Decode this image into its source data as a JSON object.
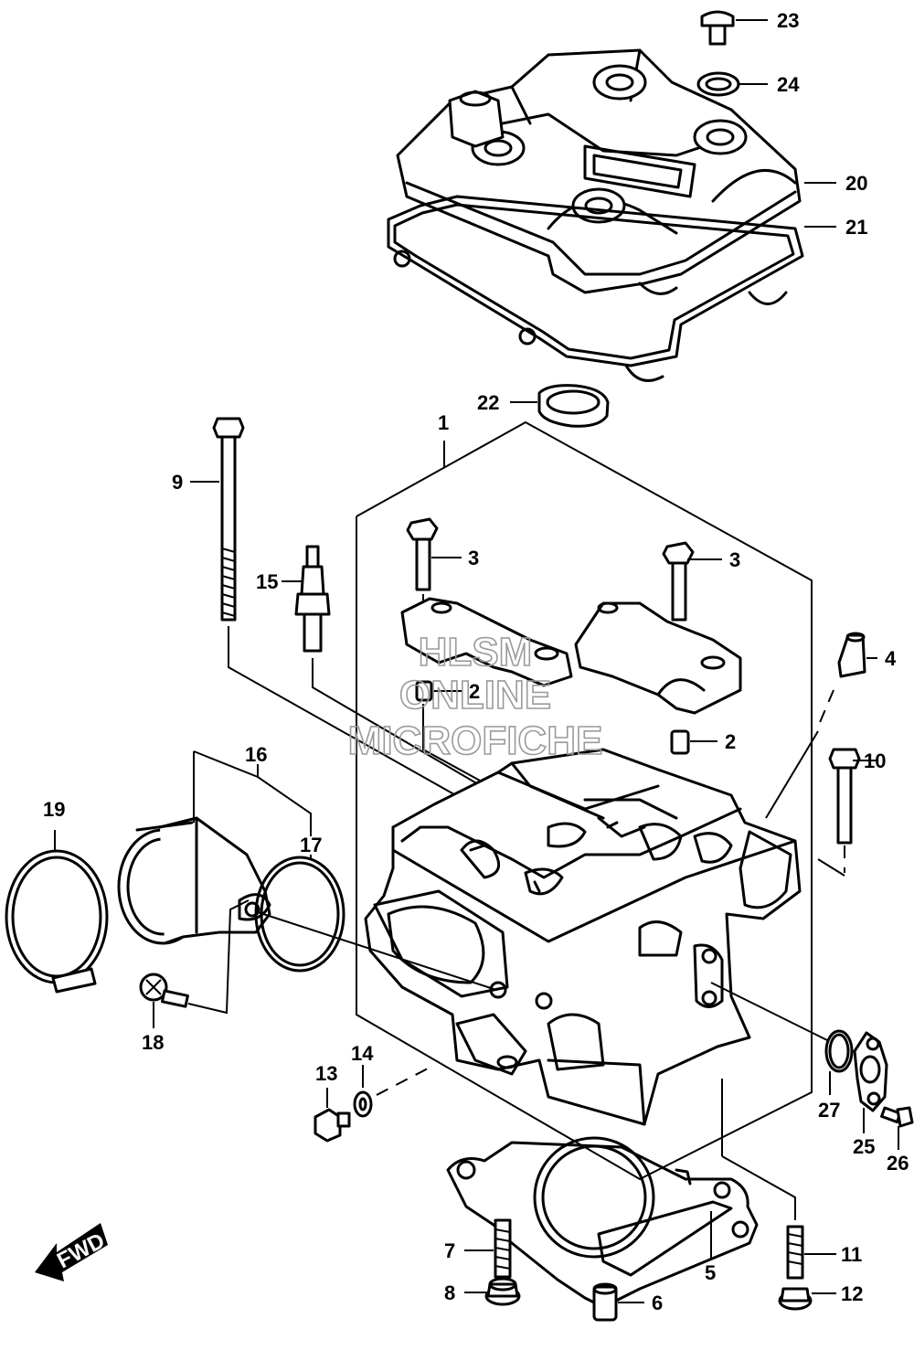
{
  "watermark": {
    "line1": "HLSM",
    "line2": "ONLINE",
    "line3": "MICROFICHE"
  },
  "direction_label": "FWD",
  "callouts": {
    "c1": "1",
    "c2a": "2",
    "c2b": "2",
    "c3a": "3",
    "c3b": "3",
    "c4": "4",
    "c5": "5",
    "c6": "6",
    "c7": "7",
    "c8": "8",
    "c9": "9",
    "c10": "10",
    "c11": "11",
    "c12": "12",
    "c13": "13",
    "c14": "14",
    "c15": "15",
    "c16": "16",
    "c17": "17",
    "c18": "18",
    "c19": "19",
    "c20": "20",
    "c21": "21",
    "c22": "22",
    "c23": "23",
    "c24": "24",
    "c25": "25",
    "c26": "26",
    "c27": "27"
  }
}
